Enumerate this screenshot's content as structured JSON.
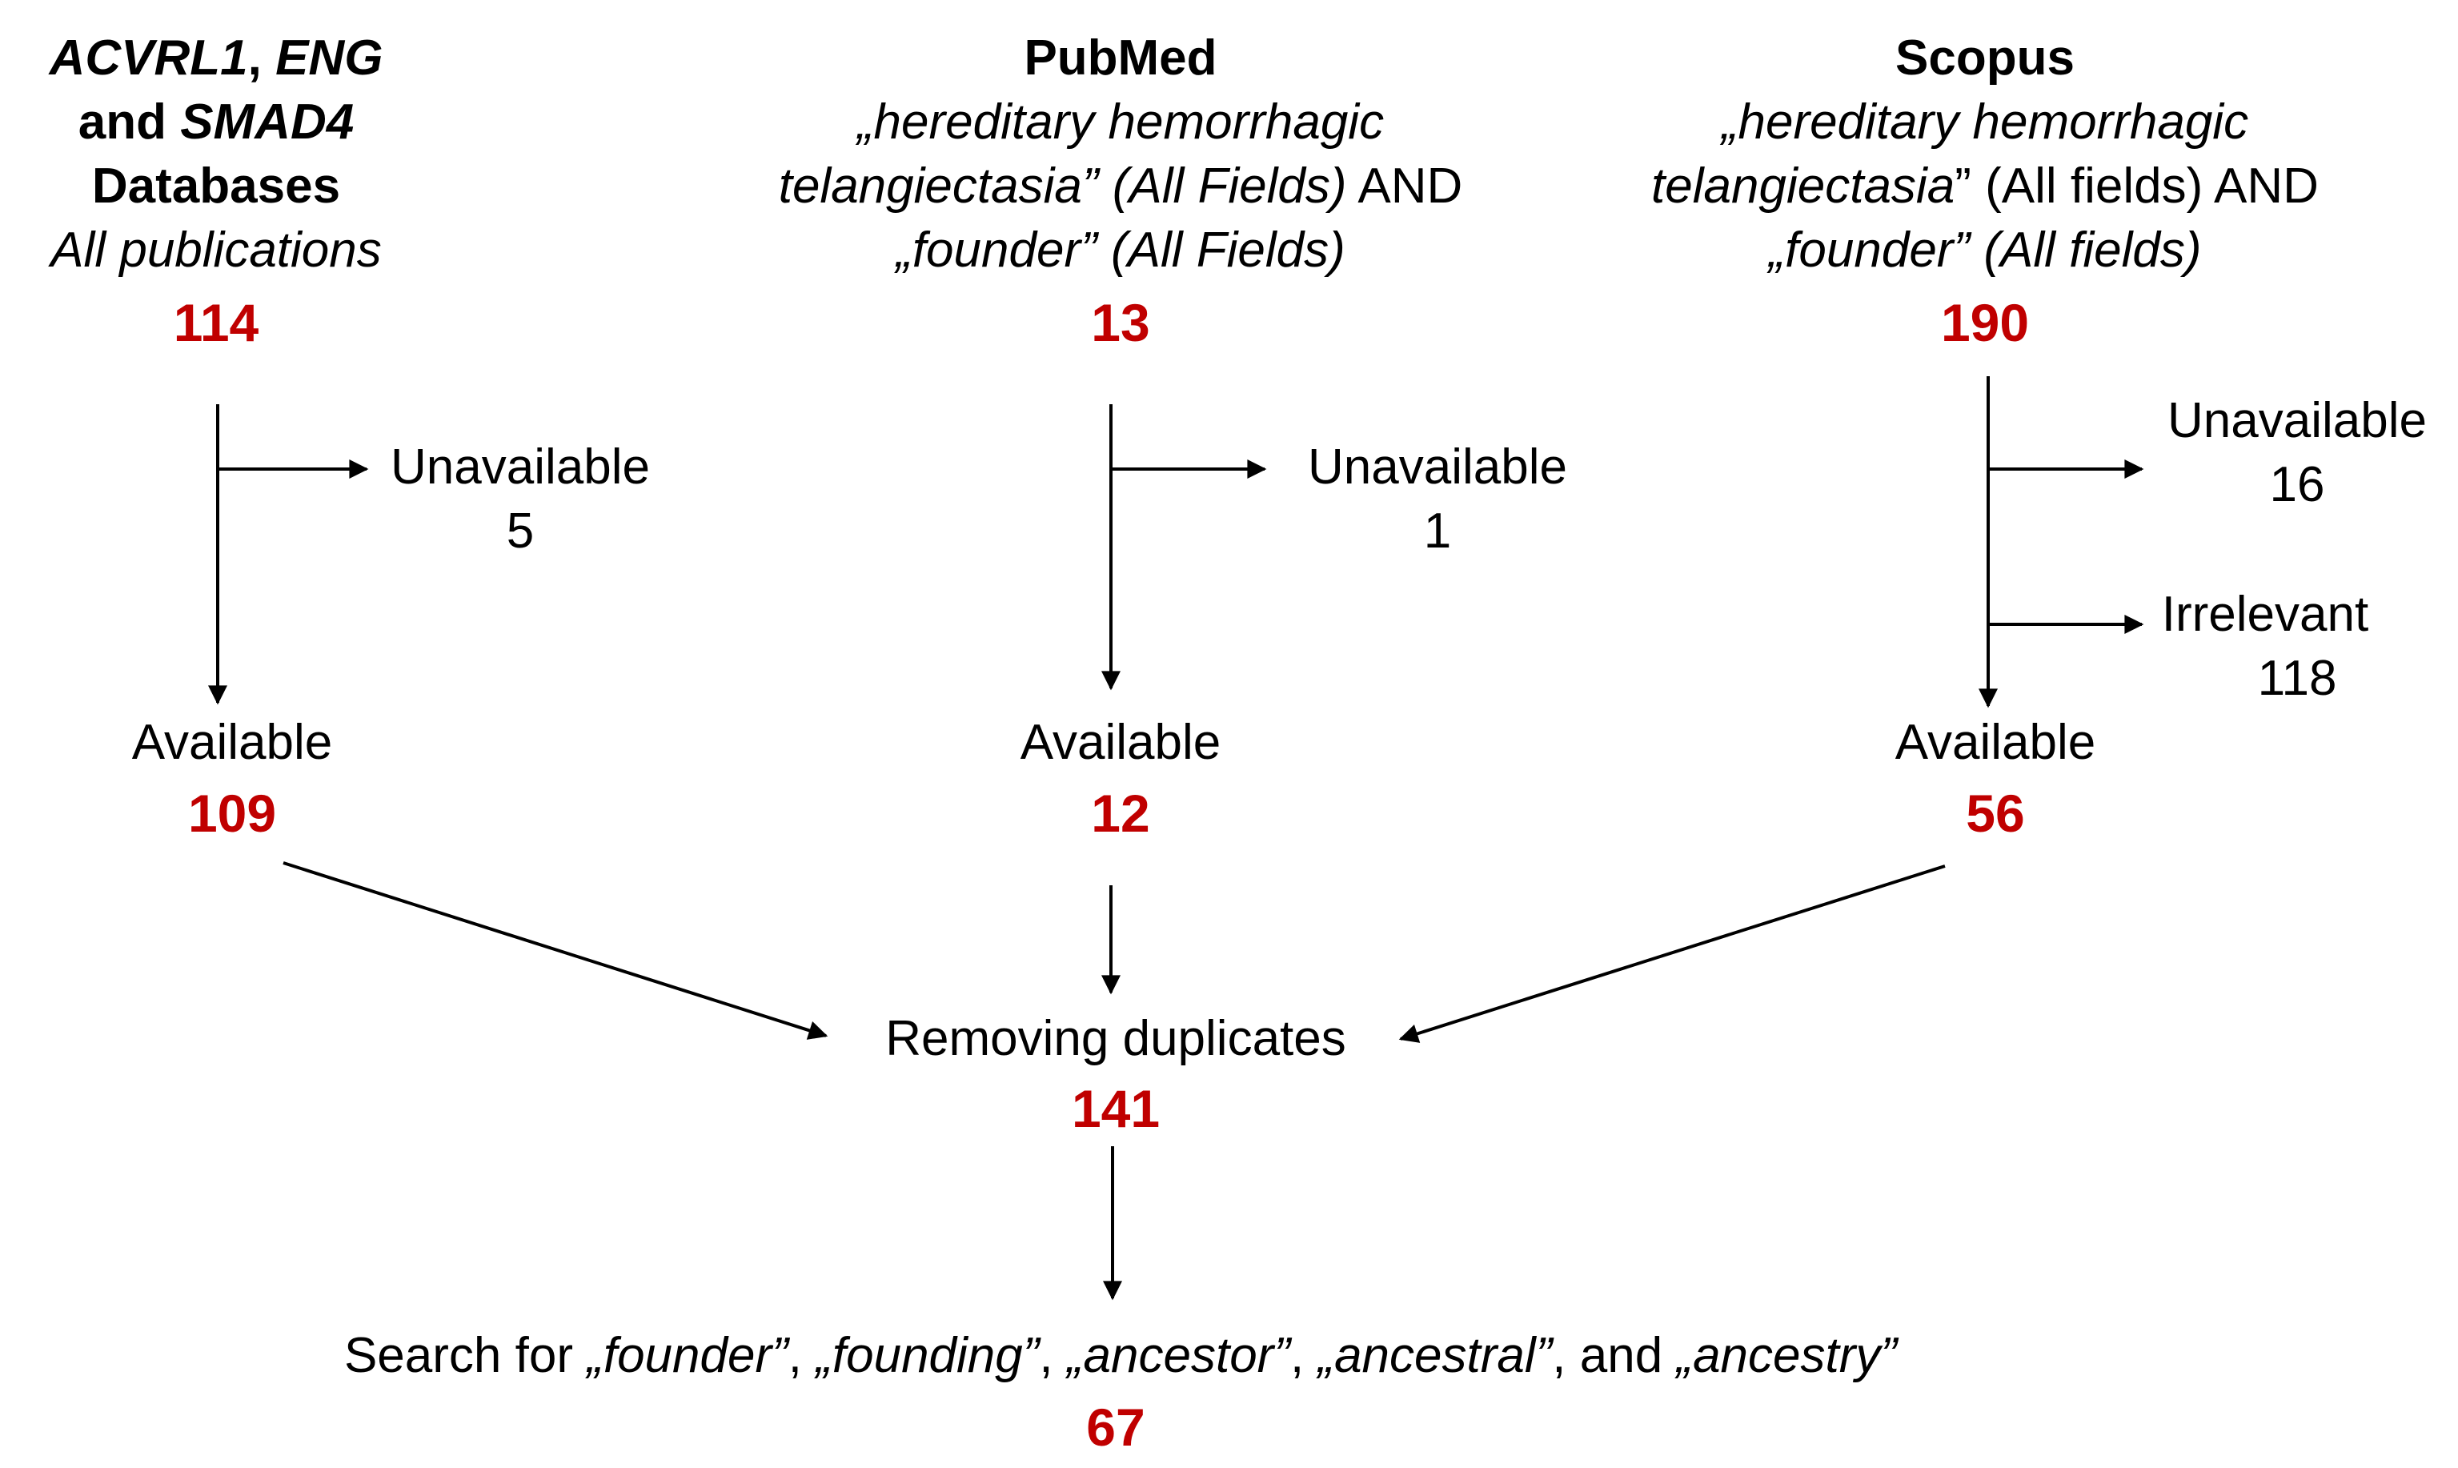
{
  "sources": {
    "databases": {
      "title_gene1": "ACVRL1",
      "title_sep": ", ",
      "title_gene2": "ENG",
      "title_and": "and ",
      "title_gene3": "SMAD4",
      "title_db": "Databases",
      "query": "All publications",
      "count": "114"
    },
    "pubmed": {
      "title": "PubMed",
      "q1": "„hereditary hemorrhagic",
      "q2a": "telangiectasia” (All Fields)",
      "q2b": " AND",
      "q3": "„founder” (All Fields)",
      "count": "13"
    },
    "scopus": {
      "title": "Scopus",
      "q1": "„hereditary hemorrhagic",
      "q2a": "telangiectasia",
      "q2b": "” (All fields)  AND",
      "q3": "„founder” (All fields)",
      "count": "190"
    }
  },
  "exclusions": {
    "db_unavailable_label": "Unavailable",
    "db_unavailable_count": "5",
    "pubmed_unavailable_label": "Unavailable",
    "pubmed_unavailable_count": "1",
    "scopus_unavailable_label": "Unavailable",
    "scopus_unavailable_count": "16",
    "scopus_irrelevant_label": "Irrelevant",
    "scopus_irrelevant_count": "118"
  },
  "available": {
    "label": "Available",
    "db_count": "109",
    "pubmed_count": "12",
    "scopus_count": "56"
  },
  "dedup": {
    "label": "Removing duplicates",
    "count": "141"
  },
  "final": {
    "prefix": "Search for ",
    "t1": "„founder”",
    "s1": ", ",
    "t2": "„founding”",
    "s2": ", ",
    "t3": "„ancestor”",
    "s3": ", ",
    "t4": "„ancestral”",
    "s4": ", and ",
    "t5": "„ancestry”",
    "count": "67"
  }
}
